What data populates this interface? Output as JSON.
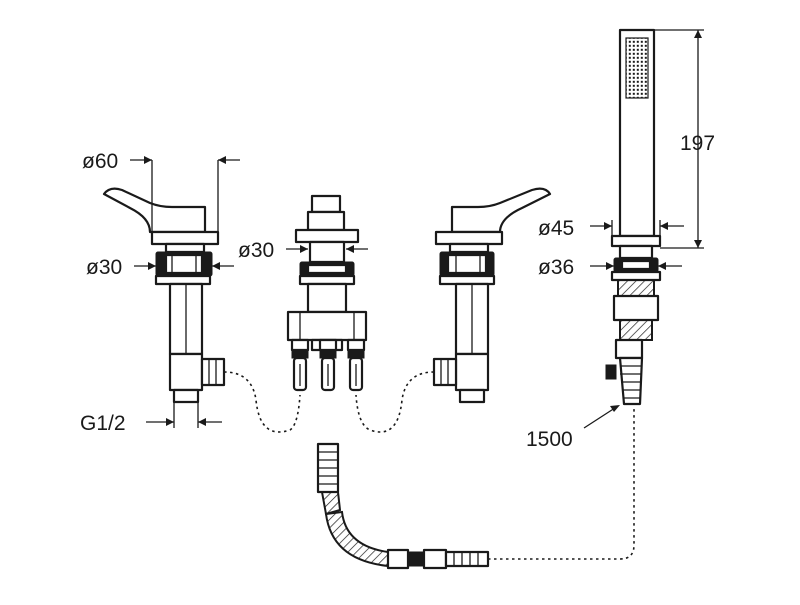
{
  "dimensions": {
    "left_lever_top_diameter": "ø60",
    "left_body_diameter": "ø30",
    "left_connection_thread": "G1/2",
    "diverter_diameter": "ø30",
    "handshower_flange_diameter": "ø45",
    "handshower_body_diameter": "ø36",
    "handshower_height": "197",
    "hose_length": "1500"
  },
  "colors": {
    "line": "#1a1a1a",
    "background": "#ffffff"
  }
}
